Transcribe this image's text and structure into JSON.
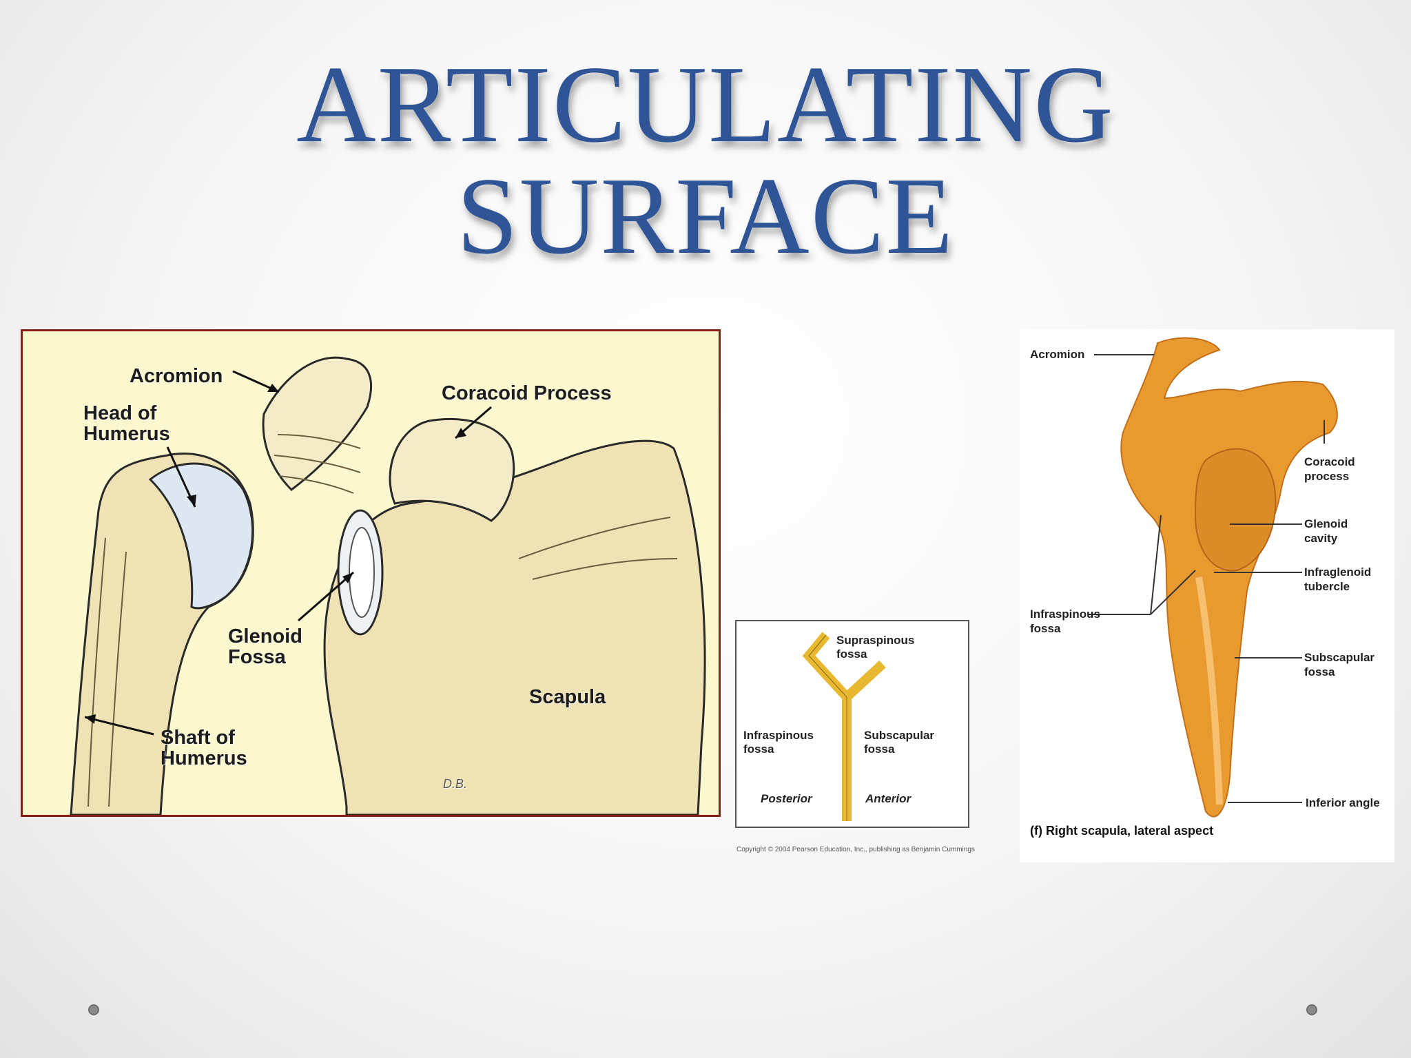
{
  "title": {
    "line1": "ARTICULATING",
    "line2": "SURFACE"
  },
  "left_figure": {
    "labels": {
      "acromion": "Acromion",
      "head_of_humerus": "Head of\nHumerus",
      "coracoid_process": "Coracoid Process",
      "glenoid_fossa": "Glenoid\nFossa",
      "scapula": "Scapula",
      "shaft_of_humerus": "Shaft of\nHumerus",
      "signature": "D.B."
    },
    "colors": {
      "border": "#8b1c14",
      "background": "#fbf8cf",
      "bone": "#efe2b4"
    }
  },
  "schematic": {
    "labels": {
      "supraspinous": "Supraspinous\nfossa",
      "infraspinous": "Infraspinous\nfossa",
      "subscapular": "Subscapular\nfossa",
      "posterior": "Posterior",
      "anterior": "Anterior"
    },
    "copyright": "Copyright © 2004 Pearson Education, Inc., publishing as Benjamin Cummings",
    "colors": {
      "y_shape": "#e8b830"
    }
  },
  "right_figure": {
    "labels": {
      "acromion": "Acromion",
      "coracoid": "Coracoid\nprocess",
      "glenoid": "Glenoid\ncavity",
      "infraglenoid": "Infraglenoid\ntubercle",
      "infraspinous": "Infraspinous\nfossa",
      "subscapular": "Subscapular\nfossa",
      "inferior_angle": "Inferior angle"
    },
    "caption": "(f) Right scapula, lateral aspect",
    "colors": {
      "bone": "#e89a2e",
      "bone_dark": "#c4701a"
    }
  }
}
